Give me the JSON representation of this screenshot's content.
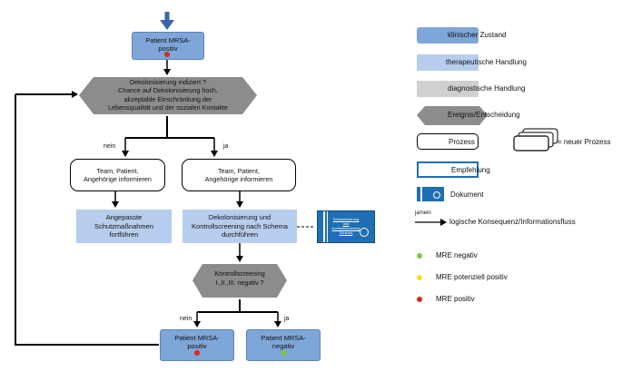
{
  "flow": {
    "start_state": "Patient MRSA-positiv",
    "decision_title": "Dekolonisierung indiziert ?",
    "decision_lines": [
      "Chance auf Dekolonisierung hoch,",
      "akzeptable Einschränkung der",
      "Lebensqualität und der sozialen Kontakte"
    ],
    "label_no": "nein",
    "label_yes": "ja",
    "process_left": "Team, Patient, Angehörige informieren",
    "process_right": "Team, Patient, Angehörige informieren",
    "therapy_left": "Angepasste Schutzmaßnahmen fortführen",
    "therapy_right": "Dekolonisierung und Kontrollscreening nach Schema durchführen",
    "document_text": "Dekolonisierung und Kontrollscreening Schema",
    "screening_title": "Kontrollscreening",
    "screening_sub": "I.,II.,III. negativ ?",
    "end_left": "Patient MRSA-positiv",
    "end_right": "Patient MRSA-negativ"
  },
  "legend": {
    "state": "klinischer Zustand",
    "therapy": "therapeutische Handlung",
    "diagnostic": "diagnostische Handlung",
    "event": "Ereignis/Entscheidung",
    "process": "Prozess",
    "new_process": "= neuer Prozess",
    "recommendation": "Empfehlung",
    "document": "Dokument",
    "arrow_label": "ja/nein",
    "arrow": "logische Konsequenz/Informationsfluss",
    "mre_negative": "MRE negativ",
    "mre_potential": "MRE potenziell positiv",
    "mre_positive": "MRE positiv"
  },
  "colors": {
    "state": "#7ea6d8",
    "therapy": "#b7cdee",
    "diagnostic": "#d0d0d0",
    "event": "#8c8c8c",
    "document": "#1f6fb2",
    "green": "#7ac943",
    "yellow": "#f2e21d",
    "red": "#e0271f"
  }
}
